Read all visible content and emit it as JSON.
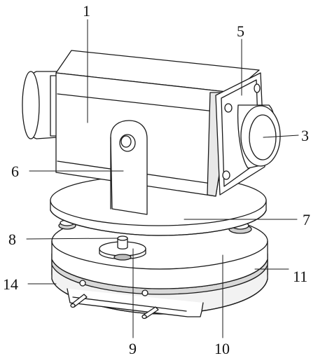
{
  "diagram": {
    "type": "patent-drawing",
    "subject": "camera body on a swivel bracket above a two-disc rotating base",
    "callouts": [
      {
        "id": "label-1",
        "text": "1"
      },
      {
        "id": "label-3",
        "text": "3"
      },
      {
        "id": "label-5",
        "text": "5"
      },
      {
        "id": "label-6",
        "text": "6"
      },
      {
        "id": "label-7",
        "text": "7"
      },
      {
        "id": "label-8",
        "text": "8"
      },
      {
        "id": "label-9",
        "text": "9"
      },
      {
        "id": "label-10",
        "text": "10"
      },
      {
        "id": "label-11",
        "text": "11"
      },
      {
        "id": "label-14",
        "text": "14"
      }
    ],
    "colors": {
      "stroke": "#1a1a1a",
      "fill": "#ffffff",
      "shade": "#e8e8e8",
      "dark": "#9a9a9a"
    }
  }
}
